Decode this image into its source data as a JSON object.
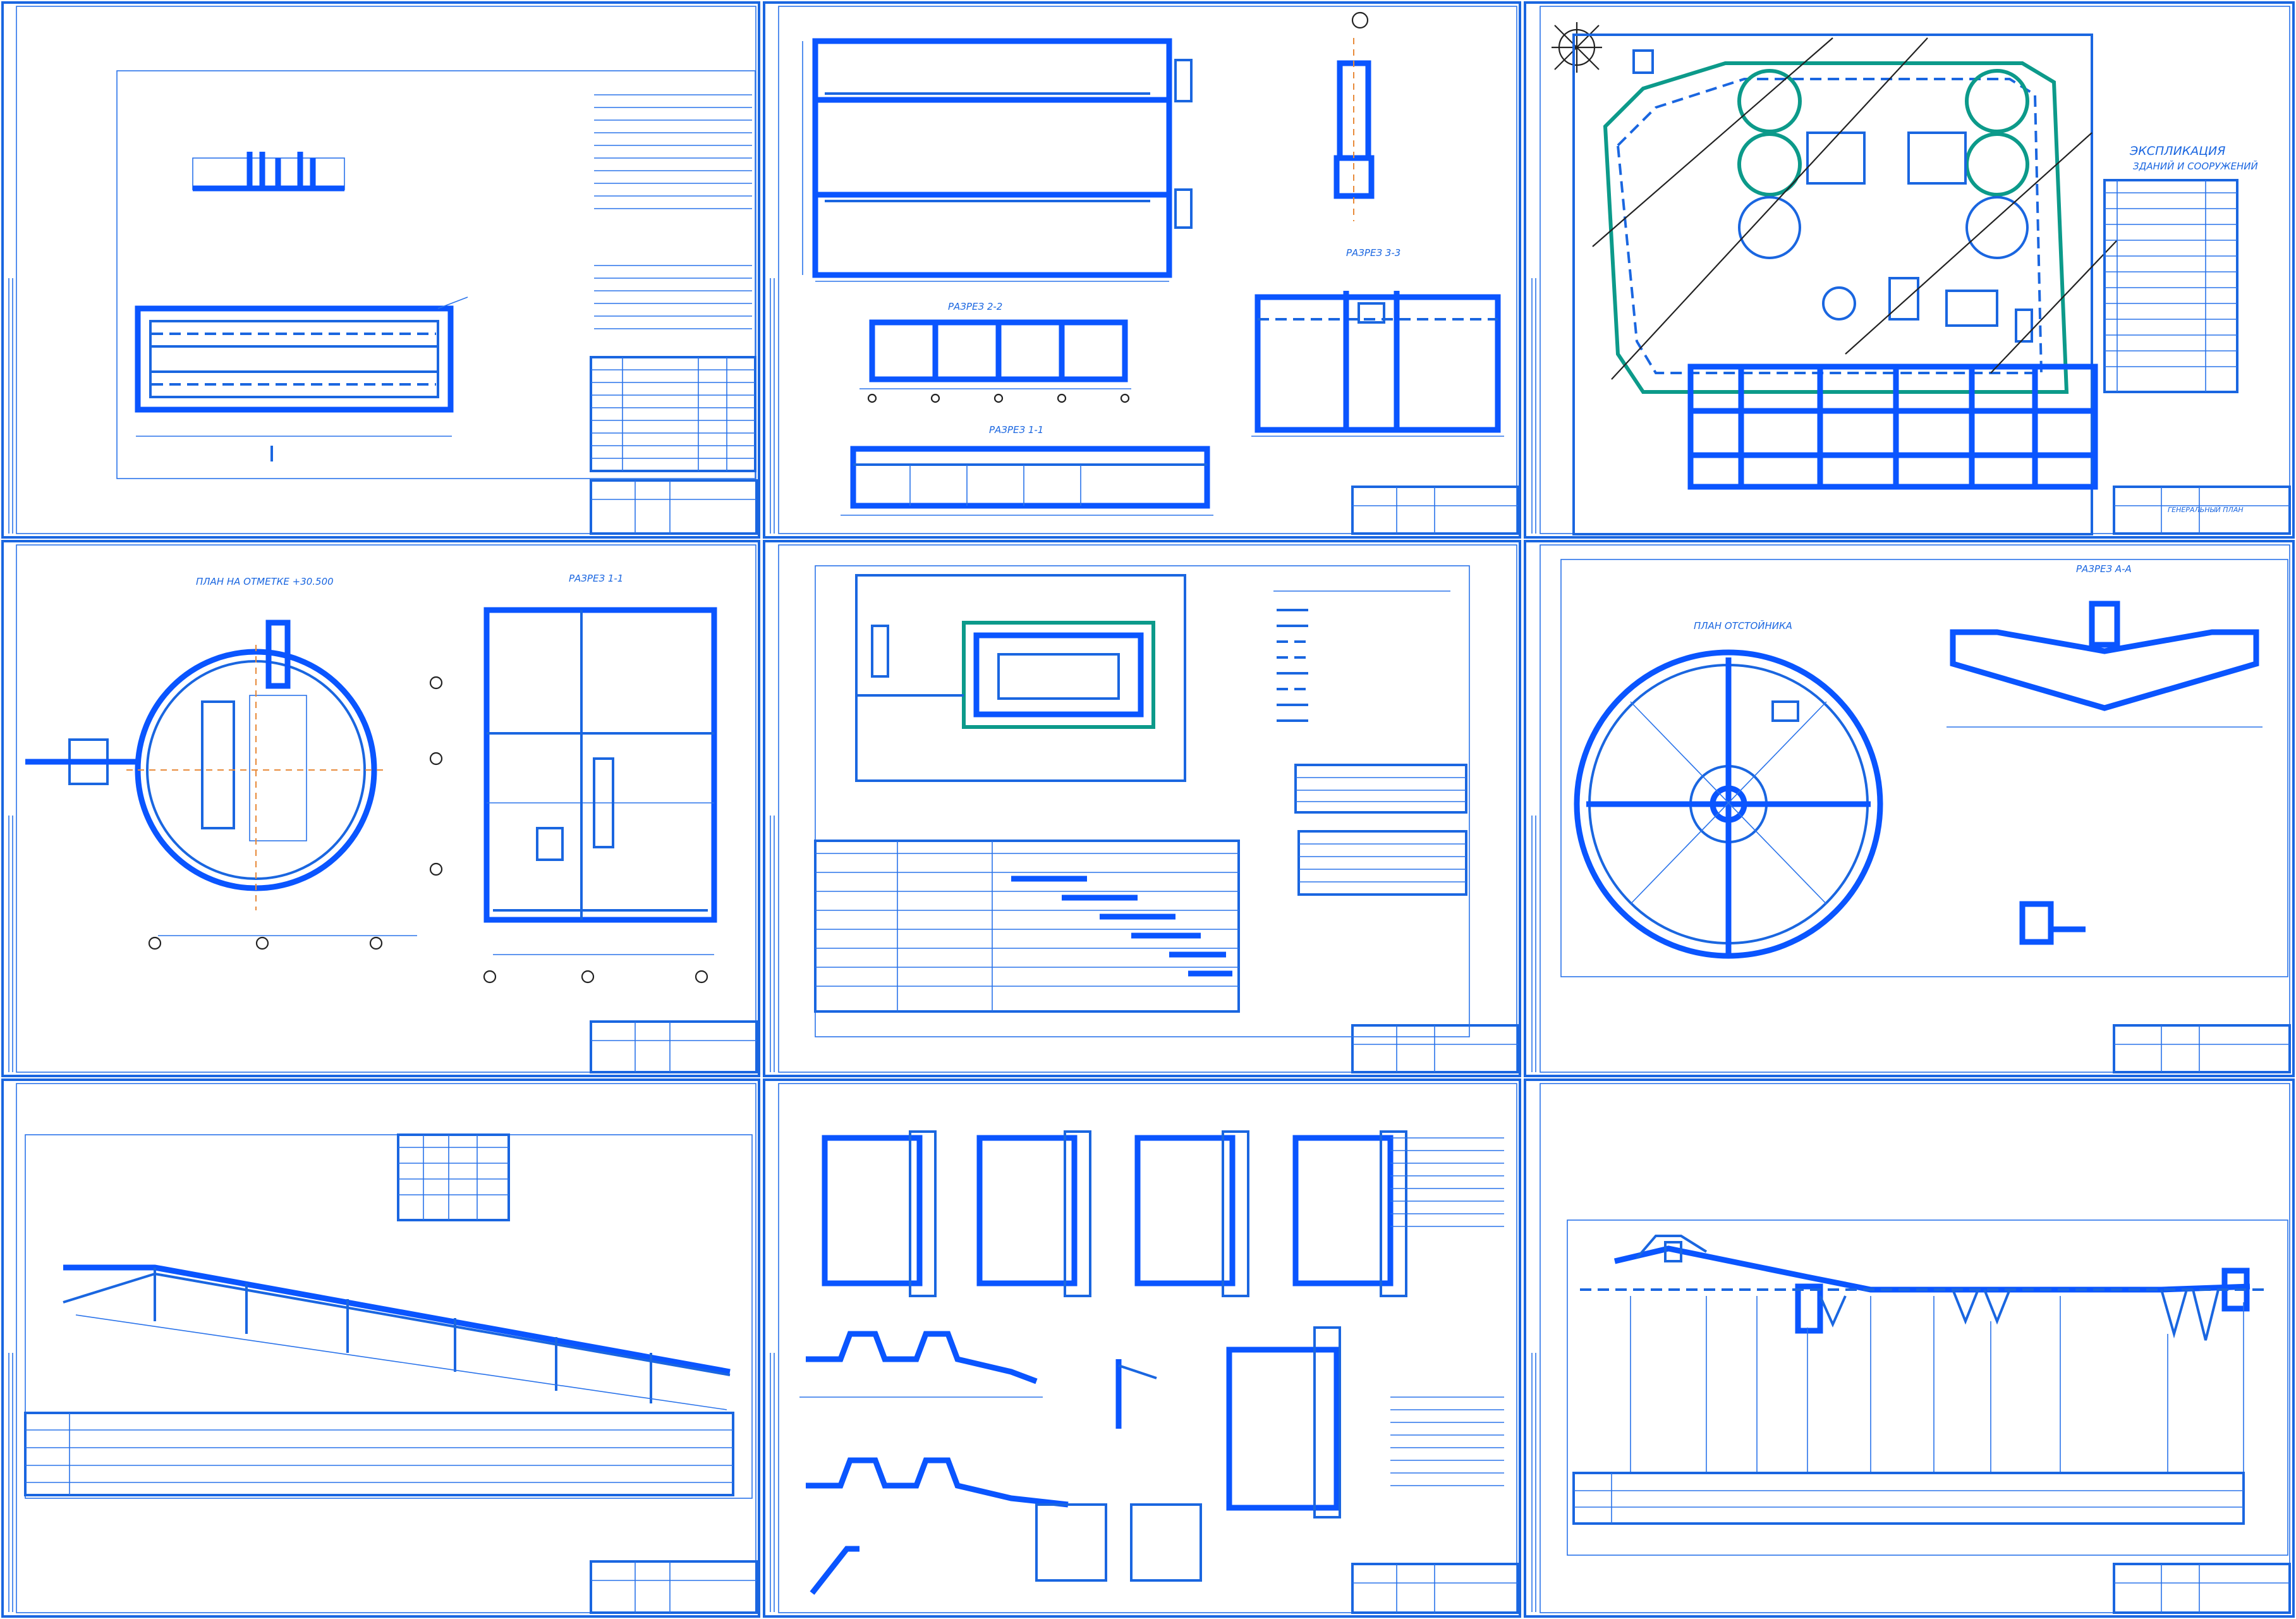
{
  "colors": {
    "ink": "#1a66e0",
    "accent": "#0a55ff",
    "teal": "#0c9a8a",
    "axis": "#e88a3a",
    "paper": "#ffffff"
  },
  "sheets": [
    {
      "id": "s1",
      "title": "",
      "stamp": ""
    },
    {
      "id": "s2",
      "title": "РАЗРЕЗ 2-2",
      "title2": "РАЗРЕЗ 1-1",
      "title3": "РАЗРЕЗ 3-3",
      "stamp": ""
    },
    {
      "id": "s3",
      "title": "ЭКСПЛИКАЦИЯ",
      "title2": "ЗДАНИЙ И СООРУЖЕНИЙ",
      "stamp": "ГЕНЕРАЛЬНЫЙ ПЛАН"
    },
    {
      "id": "s4",
      "title": "ПЛАН НА ОТМЕТКЕ +30.500",
      "title2": "РАЗРЕЗ 1-1",
      "stamp": ""
    },
    {
      "id": "s5",
      "title": "",
      "stamp": ""
    },
    {
      "id": "s6",
      "title": "РАЗРЕЗ А-А",
      "title2": "ПЛАН ОТСТОЙНИКА",
      "stamp": ""
    },
    {
      "id": "s7",
      "title": "",
      "stamp": ""
    },
    {
      "id": "s8",
      "title": "",
      "stamp": ""
    },
    {
      "id": "s9",
      "title": "",
      "stamp": ""
    }
  ]
}
